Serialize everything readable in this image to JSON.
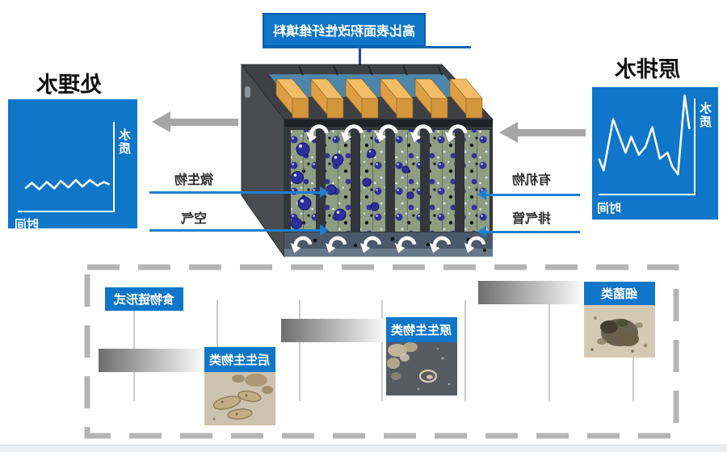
{
  "callout": {
    "text": "高比表面积改性纤维填料"
  },
  "influent_chart": {
    "title": "原排水",
    "ylabel": "水质",
    "xlabel": "时间"
  },
  "effluent_chart": {
    "title": "处理水",
    "ylabel": "水质",
    "xlabel": "时间"
  },
  "tank_labels": {
    "microbes": "微生物",
    "air": "空气",
    "organics": "有机物",
    "vent": "排气管"
  },
  "food_chain": {
    "title": "食物链形式",
    "levels": [
      {
        "name": "细菌类"
      },
      {
        "name": "原生生物类"
      },
      {
        "name": "后生生物类"
      }
    ]
  },
  "colors": {
    "accent_blue": "#0f76c9",
    "connector_blue": "#1e7fd0",
    "callout_line_navy": "#224a9e",
    "arrow_gray": "#a6a6a6",
    "dash_gray": "#b4b4b4",
    "tank_wall": "#3e4045",
    "tank_panel_green": "#8d9e82",
    "packing_orange": "#f3bd68",
    "water_teal": "#4d85ab"
  },
  "chart_data": [
    {
      "type": "line",
      "title": "原排水",
      "xlabel": "时间",
      "ylabel": "水质",
      "legend": null,
      "grid": false,
      "axis_numeric_labels": false,
      "mirrored_display": true,
      "trend": "large irregular fluctuations in water quality over time",
      "points_norm": [
        [
          2,
          34
        ],
        [
          7,
          22
        ],
        [
          17,
          74
        ],
        [
          30,
          40
        ],
        [
          36,
          56
        ],
        [
          44,
          38
        ],
        [
          51,
          46
        ],
        [
          58,
          66
        ],
        [
          66,
          34
        ],
        [
          74,
          40
        ],
        [
          79,
          26
        ],
        [
          85,
          18
        ],
        [
          92,
          98
        ],
        [
          97,
          64
        ]
      ]
    },
    {
      "type": "line",
      "title": "处理水",
      "xlabel": "时间",
      "ylabel": "水质",
      "legend": null,
      "grid": false,
      "axis_numeric_labels": false,
      "mirrored_display": true,
      "trend": "stable low-amplitude water quality over time",
      "points_norm": [
        [
          8,
          22
        ],
        [
          15,
          28
        ],
        [
          23,
          21
        ],
        [
          31,
          29
        ],
        [
          39,
          22
        ],
        [
          46,
          30
        ],
        [
          54,
          23
        ],
        [
          62,
          31
        ],
        [
          69,
          24
        ],
        [
          77,
          31
        ],
        [
          85,
          25
        ],
        [
          92,
          29
        ],
        [
          98,
          26
        ]
      ]
    }
  ]
}
